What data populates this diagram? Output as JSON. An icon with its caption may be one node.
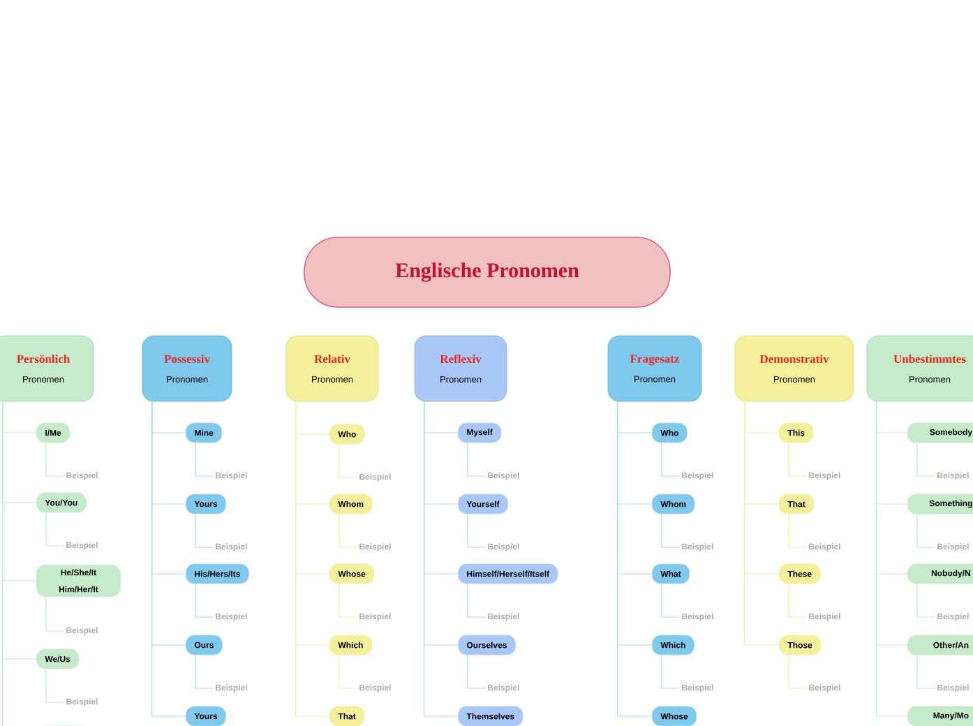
{
  "diagram": {
    "nodes": [
      {
        "text": [
          "Englische Pronomen"
        ]
      },
      {
        "text": [
          "Persönlich",
          "Pronomen"
        ]
      },
      {
        "text": [
          "I/Me"
        ]
      },
      {
        "text": [
          "Beispiel"
        ]
      },
      {
        "text": [
          "You/You"
        ]
      },
      {
        "text": [
          "Beispiel"
        ]
      },
      {
        "text": [
          "He/She/It Him/Her/It"
        ]
      },
      {
        "text": [
          "Beispiel"
        ]
      },
      {
        "text": [
          "We/Us"
        ]
      },
      {
        "text": [
          "Beispiel"
        ]
      },
      {
        "text": [],
        "shape": "box"
      },
      {
        "text": [
          "Possessiv",
          "Pronomen"
        ]
      },
      {
        "text": [
          "Mine"
        ]
      },
      {
        "text": [
          "Beispiel"
        ]
      },
      {
        "text": [
          "Yours"
        ]
      },
      {
        "text": [
          "Beispiel"
        ]
      },
      {
        "text": [
          "His/Hers/Its"
        ]
      },
      {
        "text": [
          "Beispiel"
        ]
      },
      {
        "text": [
          "Ours"
        ]
      },
      {
        "text": [
          "Beispiel"
        ]
      },
      {
        "text": [
          "Yours"
        ]
      },
      {
        "text": [
          "Relativ",
          "Pronomen"
        ]
      },
      {
        "text": [
          "Who"
        ]
      },
      {
        "text": [
          "Beispiel"
        ]
      },
      {
        "text": [
          "Whom"
        ]
      },
      {
        "text": [
          "Beispiel"
        ]
      },
      {
        "text": [
          "Whose"
        ]
      },
      {
        "text": [
          "Beispiel"
        ]
      },
      {
        "text": [
          "Which"
        ]
      },
      {
        "text": [
          "Beispiel"
        ]
      },
      {
        "text": [
          "That"
        ]
      },
      {
        "text": [
          "Reflexiv",
          "Pronomen"
        ]
      },
      {
        "text": [
          "Myself"
        ]
      },
      {
        "text": [
          "Beispiel"
        ]
      },
      {
        "text": [
          "Yourself"
        ]
      },
      {
        "text": [
          "Beispiel"
        ]
      },
      {
        "text": [
          "Himself/Herself/Itself"
        ]
      },
      {
        "text": [
          "Beispiel"
        ]
      },
      {
        "text": [
          "Ourselves"
        ]
      },
      {
        "text": [
          "Beispiel"
        ]
      },
      {
        "text": [
          "Themselves"
        ]
      },
      {
        "text": [
          "Fragesatz",
          "Pronomen"
        ]
      },
      {
        "text": [
          "Who"
        ]
      },
      {
        "text": [
          "Beispiel"
        ]
      },
      {
        "text": [
          "Whom"
        ]
      },
      {
        "text": [
          "Beispiel"
        ]
      },
      {
        "text": [
          "What"
        ]
      },
      {
        "text": [
          "Beispiel"
        ]
      },
      {
        "text": [
          "Which"
        ]
      },
      {
        "text": [
          "Beispiel"
        ]
      },
      {
        "text": [
          "Whose"
        ]
      },
      {
        "text": [
          "Demonstrativ",
          "Pronomen"
        ]
      },
      {
        "text": [
          "This"
        ]
      },
      {
        "text": [
          "Beispiel"
        ]
      },
      {
        "text": [
          "That"
        ]
      },
      {
        "text": [
          "Beispiel"
        ]
      },
      {
        "text": [
          "These"
        ]
      },
      {
        "text": [
          "Beispiel"
        ]
      },
      {
        "text": [
          "Those"
        ]
      },
      {
        "text": [
          "Beispiel"
        ]
      },
      {
        "text": [
          "Unbestimmtes",
          "Pronomen"
        ]
      },
      {
        "text": [
          "Somebody"
        ]
      },
      {
        "text": [
          "Beispiel"
        ]
      },
      {
        "text": [
          "Something"
        ]
      },
      {
        "text": [
          "Beispiel"
        ]
      },
      {
        "text": [
          "Nobody/N"
        ]
      },
      {
        "text": [
          "Beispiel"
        ]
      },
      {
        "text": [
          "Other/An"
        ]
      },
      {
        "text": [
          "Beispiel"
        ]
      },
      {
        "text": [
          "Many/Mo"
        ]
      }
    ],
    "edges": [
      {
        "from": 1,
        "to": 2,
        "arrow": "none"
      },
      {
        "from": 2,
        "to": 3,
        "arrow": "none"
      },
      {
        "from": 1,
        "to": 4,
        "arrow": "none"
      },
      {
        "from": 4,
        "to": 5,
        "arrow": "none"
      },
      {
        "from": 1,
        "to": 6,
        "arrow": "none"
      },
      {
        "from": 6,
        "to": 7,
        "arrow": "none"
      },
      {
        "from": 1,
        "to": 8,
        "arrow": "none"
      },
      {
        "from": 8,
        "to": 9,
        "arrow": "none"
      },
      {
        "from": 1,
        "to": 10,
        "arrow": "none"
      },
      {
        "from": 11,
        "to": 12,
        "arrow": "none"
      },
      {
        "from": 12,
        "to": 13,
        "arrow": "none"
      },
      {
        "from": 11,
        "to": 14,
        "arrow": "none"
      },
      {
        "from": 14,
        "to": 15,
        "arrow": "none"
      },
      {
        "from": 11,
        "to": 16,
        "arrow": "none"
      },
      {
        "from": 16,
        "to": 17,
        "arrow": "none"
      },
      {
        "from": 11,
        "to": 18,
        "arrow": "none"
      },
      {
        "from": 18,
        "to": 19,
        "arrow": "none"
      },
      {
        "from": 11,
        "to": 20,
        "arrow": "none"
      },
      {
        "from": 21,
        "to": 22,
        "arrow": "none"
      },
      {
        "from": 22,
        "to": 23,
        "arrow": "none"
      },
      {
        "from": 21,
        "to": 24,
        "arrow": "none"
      },
      {
        "from": 24,
        "to": 25,
        "arrow": "none"
      },
      {
        "from": 21,
        "to": 26,
        "arrow": "none"
      },
      {
        "from": 26,
        "to": 27,
        "arrow": "none"
      },
      {
        "from": 21,
        "to": 28,
        "arrow": "none"
      },
      {
        "from": 28,
        "to": 29,
        "arrow": "none"
      },
      {
        "from": 21,
        "to": 30,
        "arrow": "none"
      },
      {
        "from": 31,
        "to": 32,
        "arrow": "none"
      },
      {
        "from": 32,
        "to": 33,
        "arrow": "none"
      },
      {
        "from": 31,
        "to": 34,
        "arrow": "none"
      },
      {
        "from": 34,
        "to": 35,
        "arrow": "none"
      },
      {
        "from": 31,
        "to": 36,
        "arrow": "none"
      },
      {
        "from": 36,
        "to": 37,
        "arrow": "none"
      },
      {
        "from": 31,
        "to": 38,
        "arrow": "none"
      },
      {
        "from": 38,
        "to": 39,
        "arrow": "none"
      },
      {
        "from": 31,
        "to": 40,
        "arrow": "none"
      },
      {
        "from": 41,
        "to": 42,
        "arrow": "none"
      },
      {
        "from": 42,
        "to": 43,
        "arrow": "none"
      },
      {
        "from": 41,
        "to": 44,
        "arrow": "none"
      },
      {
        "from": 44,
        "to": 45,
        "arrow": "none"
      },
      {
        "from": 41,
        "to": 46,
        "arrow": "none"
      },
      {
        "from": 46,
        "to": 47,
        "arrow": "none"
      },
      {
        "from": 41,
        "to": 48,
        "arrow": "none"
      },
      {
        "from": 48,
        "to": 49,
        "arrow": "none"
      },
      {
        "from": 41,
        "to": 50,
        "arrow": "none"
      },
      {
        "from": 51,
        "to": 52,
        "arrow": "none"
      },
      {
        "from": 52,
        "to": 53,
        "arrow": "none"
      },
      {
        "from": 51,
        "to": 54,
        "arrow": "none"
      },
      {
        "from": 54,
        "to": 55,
        "arrow": "none"
      },
      {
        "from": 51,
        "to": 56,
        "arrow": "none"
      },
      {
        "from": 56,
        "to": 57,
        "arrow": "none"
      },
      {
        "from": 51,
        "to": 58,
        "arrow": "none"
      },
      {
        "from": 58,
        "to": 59,
        "arrow": "none"
      },
      {
        "from": 60,
        "to": 61,
        "arrow": "none"
      },
      {
        "from": 61,
        "to": 62,
        "arrow": "none"
      },
      {
        "from": 60,
        "to": 63,
        "arrow": "none"
      },
      {
        "from": 63,
        "to": 64,
        "arrow": "none"
      },
      {
        "from": 60,
        "to": 65,
        "arrow": "none"
      },
      {
        "from": 65,
        "to": 66,
        "arrow": "none"
      },
      {
        "from": 60,
        "to": 67,
        "arrow": "none"
      },
      {
        "from": 67,
        "to": 68,
        "arrow": "none"
      },
      {
        "from": 60,
        "to": 69,
        "arrow": "none"
      }
    ]
  }
}
